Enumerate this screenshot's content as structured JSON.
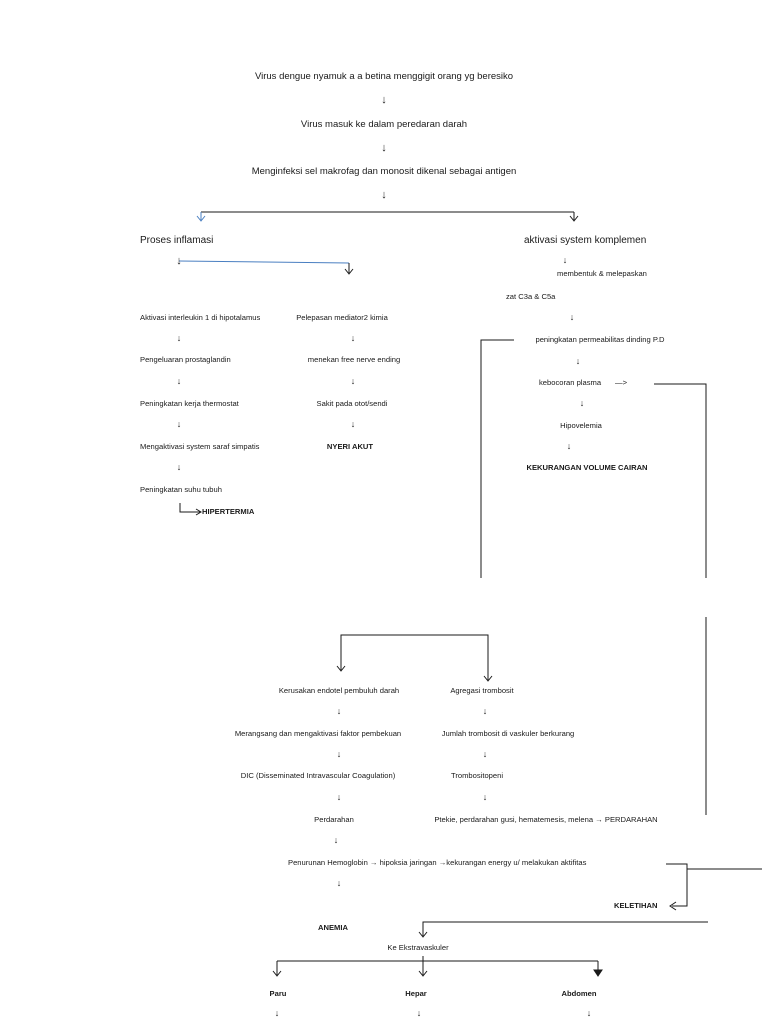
{
  "flow": {
    "top": {
      "step1": "Virus dengue nyamuk a a betina menggigit orang yg beresiko",
      "step2": "Virus masuk ke dalam peredaran darah",
      "step3": "Menginfeksi sel makrofag dan monosit dikenal sebagai antigen"
    },
    "left_branch": {
      "title": "Proses inflamasi",
      "col1": [
        "Aktivasi interleukin 1 di hipotalamus",
        "Pengeluaran prostaglandin",
        "Peningkatan kerja thermostat",
        "Mengaktivasi system saraf simpatis",
        "Peningkatan suhu tubuh"
      ],
      "col1_result": "HIPERTERMIA",
      "col2": [
        "Pelepasan mediator2 kimia",
        "menekan free nerve ending",
        "Sakit pada otot/sendi",
        "NYERI AKUT"
      ]
    },
    "right_branch": {
      "title": "aktivasi system komplemen",
      "steps": [
        "membentuk & melepaskan",
        "zat C3a & C5a",
        "peningkatan permeabilitas dinding P.D",
        "kebocoran plasma",
        "Hipovelemia",
        "KEKURANGAN VOLUME CAIRAN"
      ],
      "inline_arrow": "—>"
    },
    "lower": {
      "left_col": [
        "Kerusakan endotel pembuluh darah",
        "Merangsang dan mengaktivasi faktor pembekuan",
        "DIC (Disseminated Intravascular Coagulation)",
        "Perdarahan"
      ],
      "right_col": [
        "Agregasi trombosit",
        "Jumlah trombosit di vaskuler berkurang",
        "Trombositopeni",
        "Ptekie, perdarahan gusi, hematemesis, melena → PERDARAHAN"
      ],
      "hemoglobin": "Penurunan Hemoglobin → hipoksia jaringan →kekurangan energy u/ melakukan aktifitas",
      "fatigue": "KELETIHAN",
      "fatigue_arrow": "<—",
      "anemia": "ANEMIA",
      "extravascular": "Ke Ekstravaskuler",
      "organs": [
        "Paru",
        "Hepar",
        "Abdomen"
      ]
    },
    "arrow_glyph": "↓"
  },
  "colors": {
    "text": "#1a1a1a",
    "line": "#1a1a1a",
    "blue_line": "#4a7fc1"
  }
}
